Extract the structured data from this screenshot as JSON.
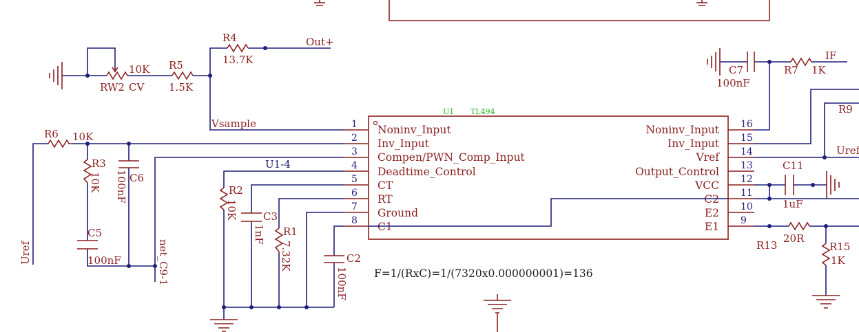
{
  "chip": {
    "designator": "U1",
    "part": "TL494",
    "left_pins": [
      {
        "num": "1",
        "name": "Noninv_Input"
      },
      {
        "num": "2",
        "name": "Inv_Input"
      },
      {
        "num": "3",
        "name": "Compen/PWN_Comp_Input"
      },
      {
        "num": "4",
        "name": "Deadtime_Control"
      },
      {
        "num": "5",
        "name": "CT"
      },
      {
        "num": "6",
        "name": "RT"
      },
      {
        "num": "7",
        "name": "Ground"
      },
      {
        "num": "8",
        "name": "C1"
      }
    ],
    "right_pins": [
      {
        "num": "16",
        "name": "Noninv_Input"
      },
      {
        "num": "15",
        "name": "Inv_Input"
      },
      {
        "num": "14",
        "name": "Vref"
      },
      {
        "num": "13",
        "name": "Output_Control"
      },
      {
        "num": "12",
        "name": "VCC"
      },
      {
        "num": "11",
        "name": "C2"
      },
      {
        "num": "10",
        "name": "E2"
      },
      {
        "num": "9",
        "name": "E1"
      }
    ]
  },
  "components": {
    "r4": {
      "ref": "R4",
      "value": "13.7K"
    },
    "r5": {
      "ref": "R5",
      "value": "1.5K"
    },
    "rw2": {
      "ref": "RW2",
      "value": "10K",
      "extra": "CV"
    },
    "r6": {
      "ref": "R6",
      "value": "10K"
    },
    "r3": {
      "ref": "R3",
      "value": "10K"
    },
    "c6": {
      "ref": "C6",
      "value": "100nF"
    },
    "c5": {
      "ref": "C5",
      "value": "100nF"
    },
    "r2": {
      "ref": "R2",
      "value": "10K"
    },
    "c3": {
      "ref": "C3",
      "value": "1nF"
    },
    "r1": {
      "ref": "R1",
      "value": "7.32K"
    },
    "c2": {
      "ref": "C2",
      "value": "100nF"
    },
    "c7": {
      "ref": "C7",
      "value": "100nF"
    },
    "r7": {
      "ref": "R7",
      "value": "1K"
    },
    "c11": {
      "ref": "C11",
      "value": "1uF"
    },
    "r13": {
      "ref": "R13",
      "value": "20R"
    },
    "r15": {
      "ref": "R15",
      "value": "1K"
    },
    "r9": {
      "ref": "R9"
    }
  },
  "nets": {
    "out_plus": "Out+",
    "vsample": "Vsample",
    "uref_left": "Uref",
    "uref_right": "Uref",
    "u1_4": "U1-4",
    "if": "IF",
    "net_c9": "net_C9-1"
  },
  "formula": "F=1/(RxC)=1/(7320x0.000000001)=136",
  "colors": {
    "wire": "#1f1f7a",
    "part": "#8a1f1f",
    "designator": "#22b322"
  }
}
